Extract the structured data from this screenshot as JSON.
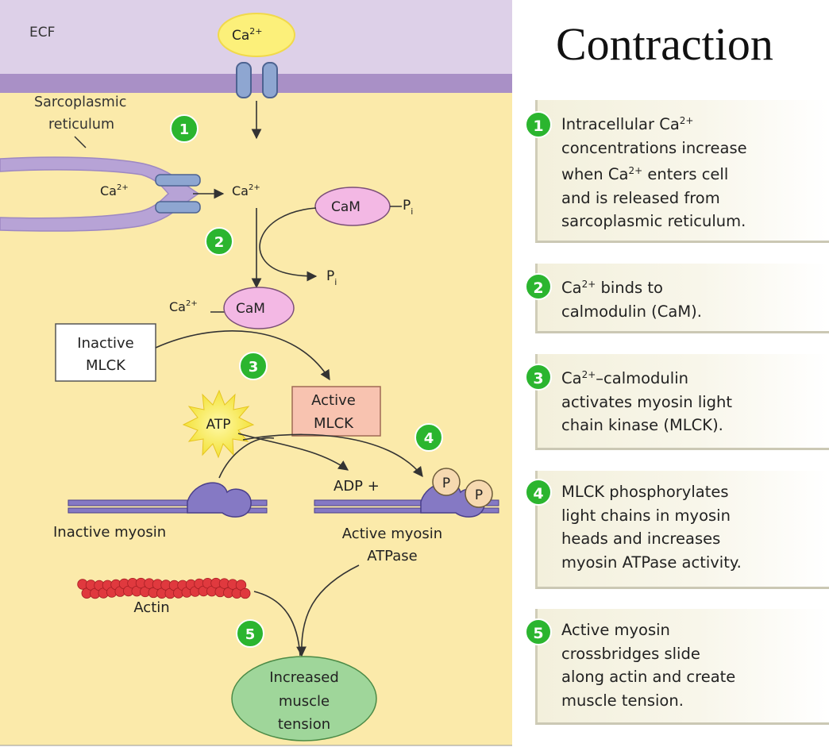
{
  "title": "Contraction",
  "diagram": {
    "ecf": "ECF",
    "ca": "Ca",
    "ca_charge": "2+",
    "sr_line1": "Sarcoplasmic",
    "sr_line2": "reticulum",
    "cam": "CaM",
    "pi": "P",
    "pi_sub": "i",
    "inactive_mlck_1": "Inactive",
    "inactive_mlck_2": "MLCK",
    "active_mlck_1": "Active",
    "active_mlck_2": "MLCK",
    "atp": "ATP",
    "adp": "ADP +",
    "p": "P",
    "inactive_myosin": "Inactive myosin",
    "active_myosin_1": "Active myosin",
    "active_myosin_2": "ATPase",
    "actin": "Actin",
    "tension_1": "Increased",
    "tension_2": "muscle",
    "tension_3": "tension",
    "badges": [
      "1",
      "2",
      "3",
      "4",
      "5"
    ]
  },
  "steps": [
    {
      "num": "1",
      "lines": [
        [
          "Intracellular Ca",
          "2+",
          ""
        ],
        [
          "concentrations increase",
          "",
          ""
        ],
        [
          "when Ca",
          "2+",
          " enters cell"
        ],
        [
          "and is released from",
          "",
          ""
        ],
        [
          "sarcoplasmic reticulum.",
          "",
          ""
        ]
      ]
    },
    {
      "num": "2",
      "lines": [
        [
          "Ca",
          "2+",
          " binds to"
        ],
        [
          "calmodulin (CaM).",
          "",
          ""
        ]
      ]
    },
    {
      "num": "3",
      "lines": [
        [
          "Ca",
          "2+",
          "–calmodulin"
        ],
        [
          "activates myosin light",
          "",
          ""
        ],
        [
          "chain kinase (MLCK).",
          "",
          ""
        ]
      ]
    },
    {
      "num": "4",
      "lines": [
        [
          "MLCK phosphorylates",
          "",
          ""
        ],
        [
          "light chains in myosin",
          "",
          ""
        ],
        [
          "heads and increases",
          "",
          ""
        ],
        [
          "myosin ATPase activity.",
          "",
          ""
        ]
      ]
    },
    {
      "num": "5",
      "lines": [
        [
          "Active myosin",
          "",
          ""
        ],
        [
          "crossbridges slide",
          "",
          ""
        ],
        [
          "along actin and create",
          "",
          ""
        ],
        [
          "muscle tension.",
          "",
          ""
        ]
      ]
    }
  ],
  "colors": {
    "cytoplasm": "#fbeaaa",
    "ecf": "#ddd0e8",
    "membrane": "#a990c6",
    "badge": "#2bb52f",
    "cam": "#f3b8e4",
    "ca_ion": "#fcf07a",
    "active_mlck": "#f8c3b0",
    "myosin": "#8579c4",
    "actin": "#e0393e",
    "tension": "#9fd69a"
  }
}
